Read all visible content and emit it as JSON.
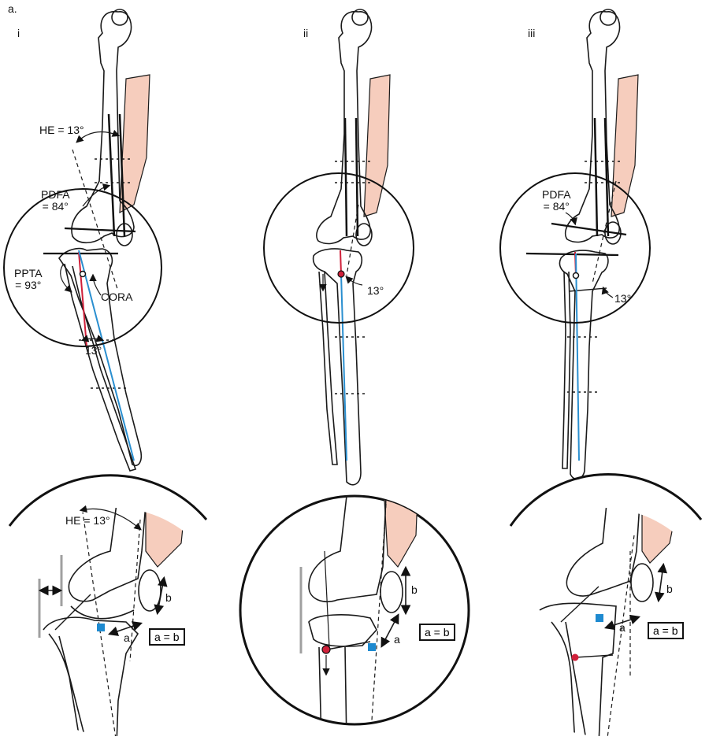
{
  "figure": {
    "tag": "a.",
    "panels": [
      {
        "roman": "i",
        "labels": {
          "he": "HE = 13°",
          "pdfa": "PDFA\n= 84°",
          "ppta": "PPTA\n= 93°",
          "cora": "CORA",
          "angle": "13°"
        }
      },
      {
        "roman": "ii",
        "labels": {
          "angle": "13°"
        }
      },
      {
        "roman": "iii",
        "labels": {
          "pdfa": "PDFA\n= 84°",
          "angle": "13°"
        }
      }
    ],
    "zoom_panels": [
      {
        "he": "HE = 13°",
        "a": "a",
        "b": "b",
        "equation": "a = b"
      },
      {
        "a": "a",
        "b": "b",
        "equation": "a = b"
      },
      {
        "a": "a",
        "b": "b",
        "equation": "a = b"
      }
    ],
    "colors": {
      "bone_outline": "#1a1a1a",
      "tibial_axis": "#2a8fd0",
      "femoral_segment": "#d0203a",
      "muscle_fill": "#f6cdbd",
      "marker_blue": "#1e8ad0",
      "marker_red": "#d0203a",
      "plate_gray": "#a0a0a0"
    }
  }
}
